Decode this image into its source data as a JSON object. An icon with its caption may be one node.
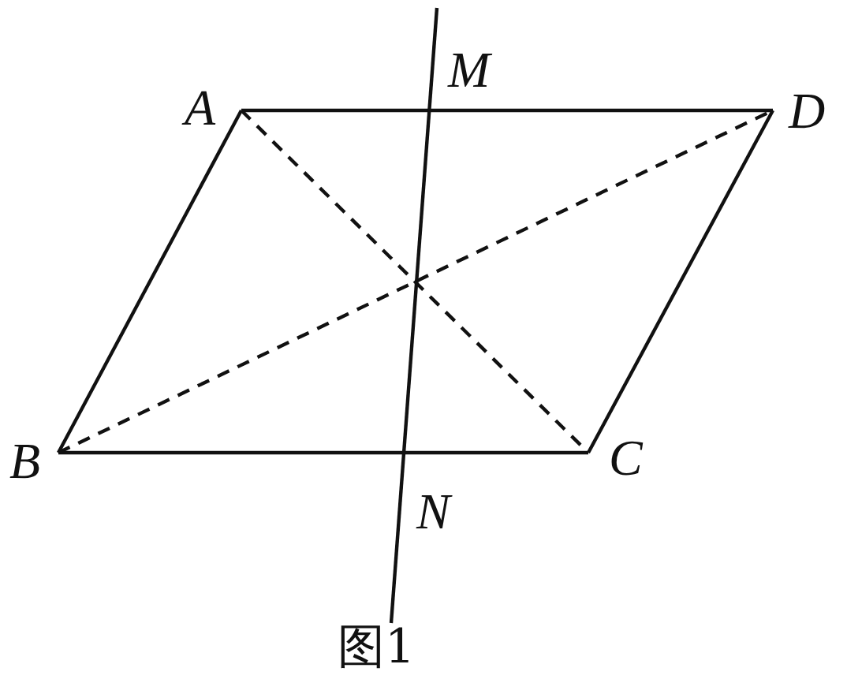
{
  "diagram": {
    "caption": "图1",
    "nodes": [
      {
        "text": [
          "A"
        ]
      },
      {
        "text": [
          "D"
        ]
      },
      {
        "text": [
          "B"
        ]
      },
      {
        "text": [
          "C"
        ]
      }
    ],
    "edges": [
      {
        "from": 0,
        "to": 1,
        "arrow": "none"
      },
      {
        "from": 1,
        "to": 3,
        "arrow": "none"
      },
      {
        "from": 3,
        "to": 2,
        "arrow": "none"
      },
      {
        "from": 2,
        "to": 0,
        "arrow": "none"
      },
      {
        "from": 0,
        "to": 3,
        "arrow": "none",
        "style": "dashed"
      },
      {
        "from": 2,
        "to": 1,
        "arrow": "none",
        "style": "dashed"
      }
    ],
    "labels": [
      "M",
      "N"
    ]
  }
}
